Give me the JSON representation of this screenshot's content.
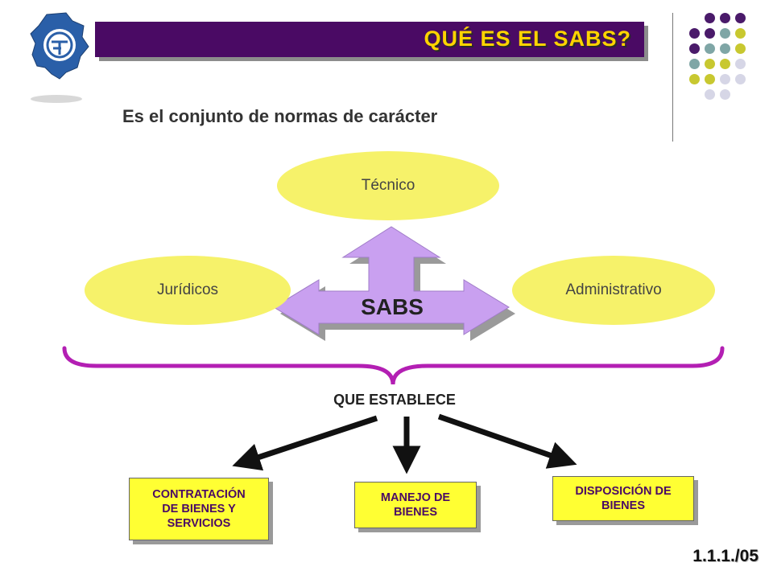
{
  "header": {
    "title": "QUÉ ES EL SABS?"
  },
  "subtitle": "Es el conjunto de normas de carácter",
  "diagram": {
    "center_label": "SABS",
    "top_node": "Técnico",
    "left_node": "Jurídicos",
    "right_node": "Administrativo",
    "connector_label": "QUE ESTABLECE",
    "outputs": [
      "CONTRATACIÓN\nDE BIENES Y\nSERVICIOS",
      "MANEJO DE\nBIENES",
      "DISPOSICIÓN DE\nBIENES"
    ]
  },
  "footer": {
    "slide_number": "1.1.1./05"
  },
  "colors": {
    "title_bar": "#4a0a64",
    "title_text": "#ffd400",
    "ellipse_fill": "#f6f26a",
    "arrow_fill": "#c9a0f0",
    "brace": "#b31fb3",
    "box_fill": "#ffff33",
    "box_text": "#4a0a64",
    "logo_fill": "#2a5fa8",
    "dot_colors": [
      "#4a1a6a",
      "#7fa6a6",
      "#c8c830",
      "#d6d6e6"
    ]
  },
  "icons": {
    "logo": "bolivia-map-logo-icon",
    "decoration": "dot-grid-decoration"
  }
}
